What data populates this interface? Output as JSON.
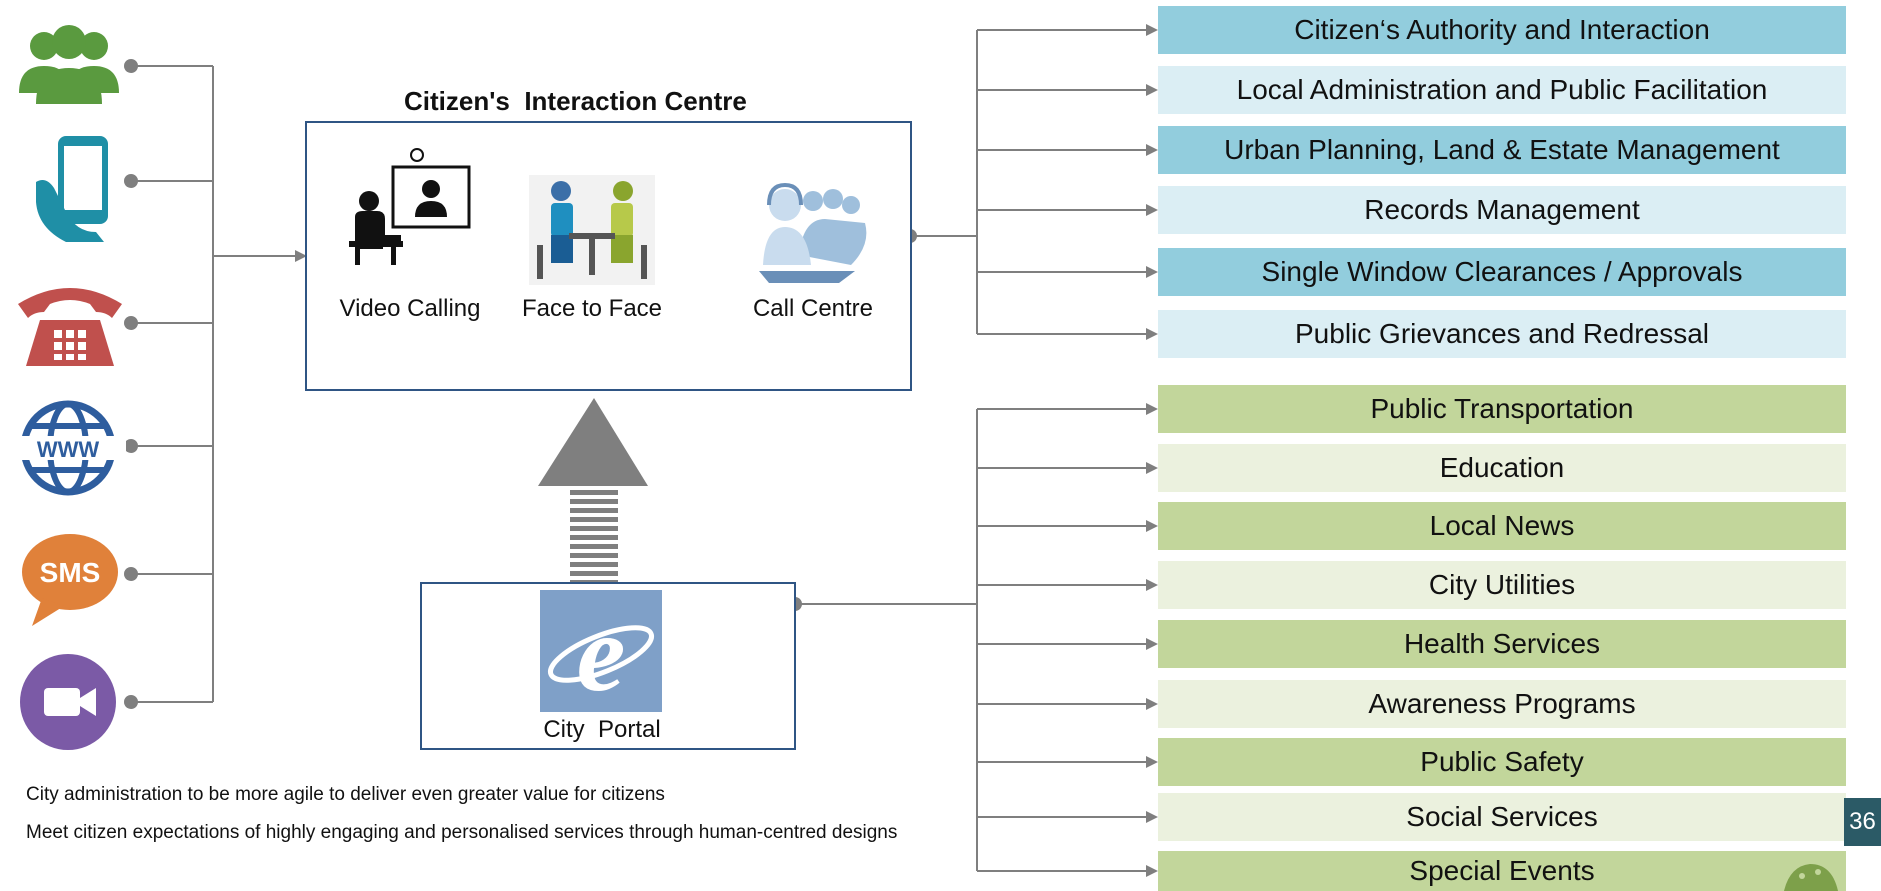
{
  "interaction_centre": {
    "title": "Citizen's  Interaction Centre",
    "modes": [
      {
        "label": "Video Calling",
        "icon": "video-call-icon"
      },
      {
        "label": "Face to Face",
        "icon": "face-to-face-icon"
      },
      {
        "label": "Call Centre",
        "icon": "call-centre-icon"
      }
    ]
  },
  "channels": [
    {
      "icon": "people-icon",
      "color": "#5a9a3f"
    },
    {
      "icon": "smartphone-icon",
      "color": "#1f8fa6"
    },
    {
      "icon": "telephone-icon",
      "color": "#c0504d"
    },
    {
      "icon": "www-globe-icon",
      "color": "#2e5d9e"
    },
    {
      "icon": "sms-bubble-icon",
      "color": "#e0813a"
    },
    {
      "icon": "video-camera-icon",
      "color": "#7b5aa6"
    }
  ],
  "city_portal": {
    "label": "City  Portal",
    "icon": "internet-explorer-icon"
  },
  "services_admin": [
    "Citizen‘s Authority and Interaction",
    "Local Administration and Public Facilitation",
    "Urban Planning, Land & Estate Management",
    "Records Management",
    "Single Window Clearances / Approvals",
    "Public Grievances and Redressal"
  ],
  "services_city": [
    "Public Transportation",
    "Education",
    "Local News",
    "City Utilities",
    "Health Services",
    "Awareness Programs",
    "Public Safety",
    "Social Services",
    "Special Events"
  ],
  "notes": [
    "City administration to be more agile to deliver even greater value for citizens",
    "Meet citizen expectations of highly engaging and personalised services through human-centred designs"
  ],
  "page_number": "36",
  "colors": {
    "frame": "#2f5584",
    "admin_dark": "#92cddd",
    "admin_light": "#dbeef4",
    "city_dark": "#c2d69b",
    "city_light": "#ebf1de",
    "connector": "#7f7f7f",
    "arrow": "#7f7f7f"
  }
}
